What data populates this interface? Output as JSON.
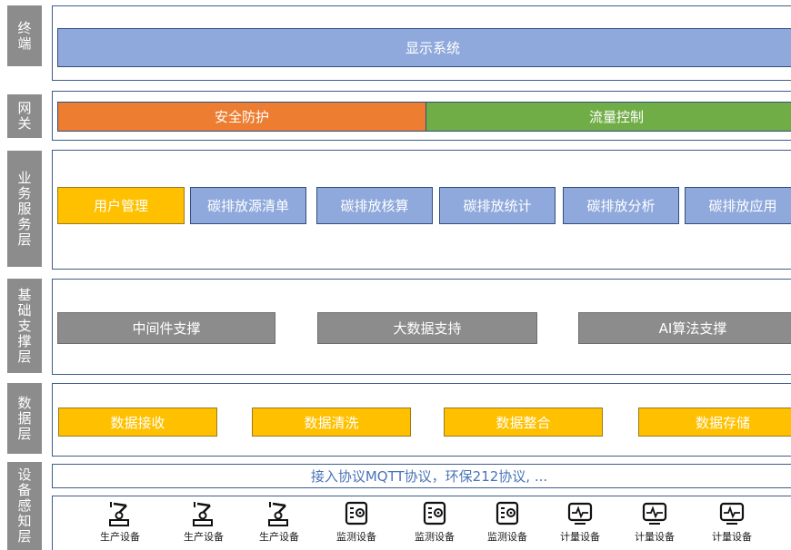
{
  "layers": {
    "terminal": {
      "label": "终端",
      "display_system": "显示系统"
    },
    "gateway": {
      "label": "网关",
      "security": "安全防护",
      "flow": "流量控制"
    },
    "business": {
      "label": "业务服务层",
      "items": [
        "用户管理",
        "碳排放源清单",
        "碳排放核算",
        "碳排放统计",
        "碳排放分析",
        "碳排放应用"
      ]
    },
    "foundation": {
      "label": "基础支撑层",
      "items": [
        "中间件支撑",
        "大数据支持",
        "AI算法支撑"
      ]
    },
    "data": {
      "label": "数据层",
      "items": [
        "数据接收",
        "数据清洗",
        "数据整合",
        "数据存储"
      ]
    },
    "device": {
      "label": "设备感知层",
      "protocol": "接入协议MQTT协议，环保212协议, ...",
      "devices": [
        {
          "label": "生产设备",
          "icon": "robot-arm-icon"
        },
        {
          "label": "生产设备",
          "icon": "robot-arm-icon"
        },
        {
          "label": "生产设备",
          "icon": "robot-arm-icon"
        },
        {
          "label": "监测设备",
          "icon": "monitor-gear-icon"
        },
        {
          "label": "监测设备",
          "icon": "monitor-gear-icon"
        },
        {
          "label": "监测设备",
          "icon": "monitor-gear-icon"
        },
        {
          "label": "计量设备",
          "icon": "pulse-monitor-icon"
        },
        {
          "label": "计量设备",
          "icon": "pulse-monitor-icon"
        },
        {
          "label": "计量设备",
          "icon": "pulse-monitor-icon"
        }
      ]
    }
  },
  "colors": {
    "blue": "#8fa9dc",
    "orange": "#ed7d31",
    "green": "#70ad47",
    "gray": "#8c8c8c",
    "yellow": "#ffc000",
    "border": "#3e5d8a"
  }
}
